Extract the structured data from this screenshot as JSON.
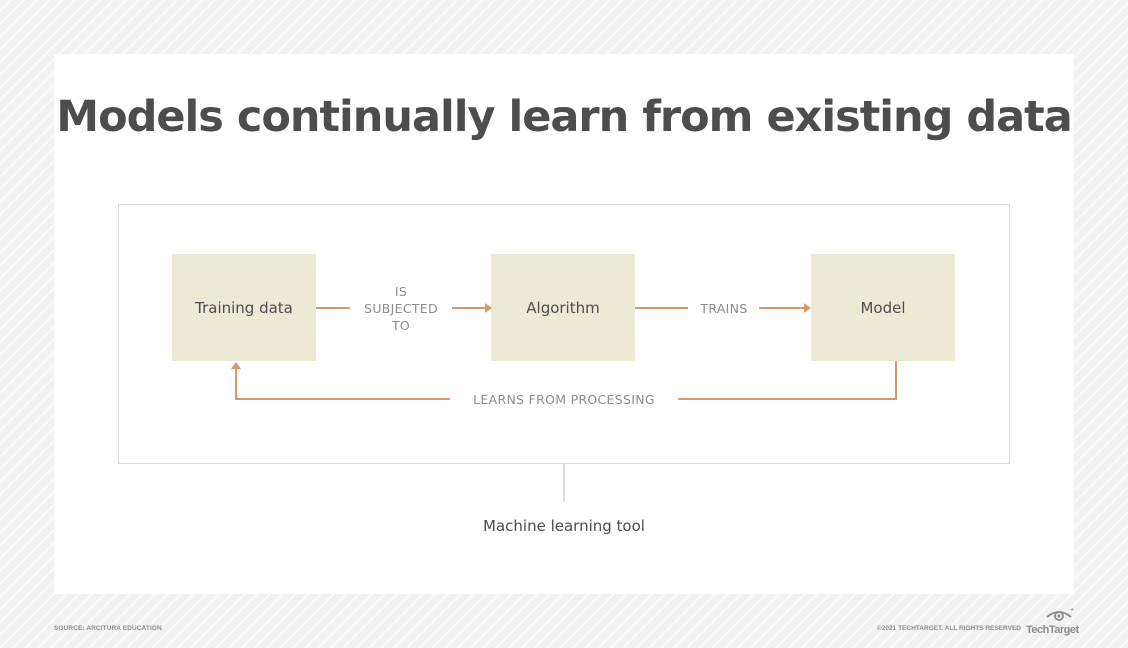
{
  "title": "Models continually learn from existing data",
  "diagram": {
    "container_label": "Machine learning tool",
    "nodes": [
      {
        "id": "training-data",
        "label": "Training data"
      },
      {
        "id": "algorithm",
        "label": "Algorithm"
      },
      {
        "id": "model",
        "label": "Model"
      }
    ],
    "edges": [
      {
        "from": "training-data",
        "to": "algorithm",
        "label_lines": [
          "IS",
          "SUBJECTED",
          "TO"
        ]
      },
      {
        "from": "algorithm",
        "to": "model",
        "label": "TRAINS"
      },
      {
        "from": "model",
        "to": "training-data",
        "label": "LEARNS FROM PROCESSING"
      }
    ]
  },
  "footer": {
    "source": "SOURCE: ARCITURA EDUCATION",
    "copyright": "©2021 TECHTARGET. ALL RIGHTS RESERVED",
    "logo_text": "TechTarget"
  },
  "colors": {
    "title": "#4d4d4f",
    "node_fill": "#ece9d5",
    "connector": "#d9976a",
    "edge_label": "#8c8c8c",
    "frame_border": "#dcdcdc"
  }
}
